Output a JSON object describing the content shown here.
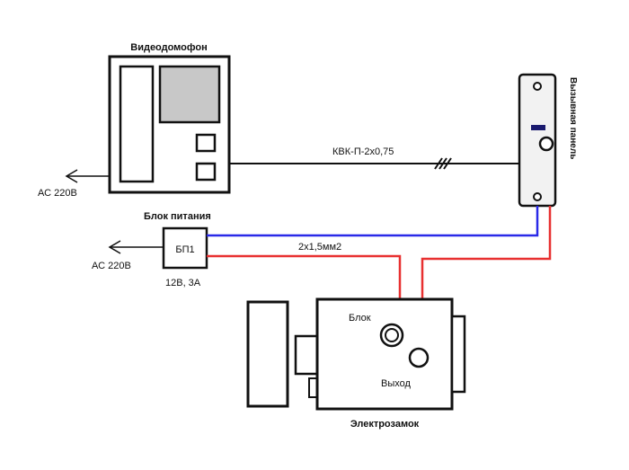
{
  "labels": {
    "intercom_title": "Видеодомофон",
    "ac_top": "АС 220В",
    "cable_label": "КВК-П-2х0,75",
    "call_panel": "Вызывная панель",
    "psu_title": "Блок питания",
    "psu_box": "БП1",
    "ac_mid": "АС 220В",
    "psu_rating": "12В, 3А",
    "wire_label": "2х1,5мм2",
    "lock_block": "Блок",
    "lock_exit": "Выход",
    "lock_title": "Электрозамок"
  },
  "colors": {
    "line": "#111111",
    "blue_wire": "#2a2ae8",
    "red_wire": "#e83030",
    "screen": "#c8c8c8",
    "panel_body": "#f2f2f2",
    "panel_slot": "#1a1a6e"
  }
}
